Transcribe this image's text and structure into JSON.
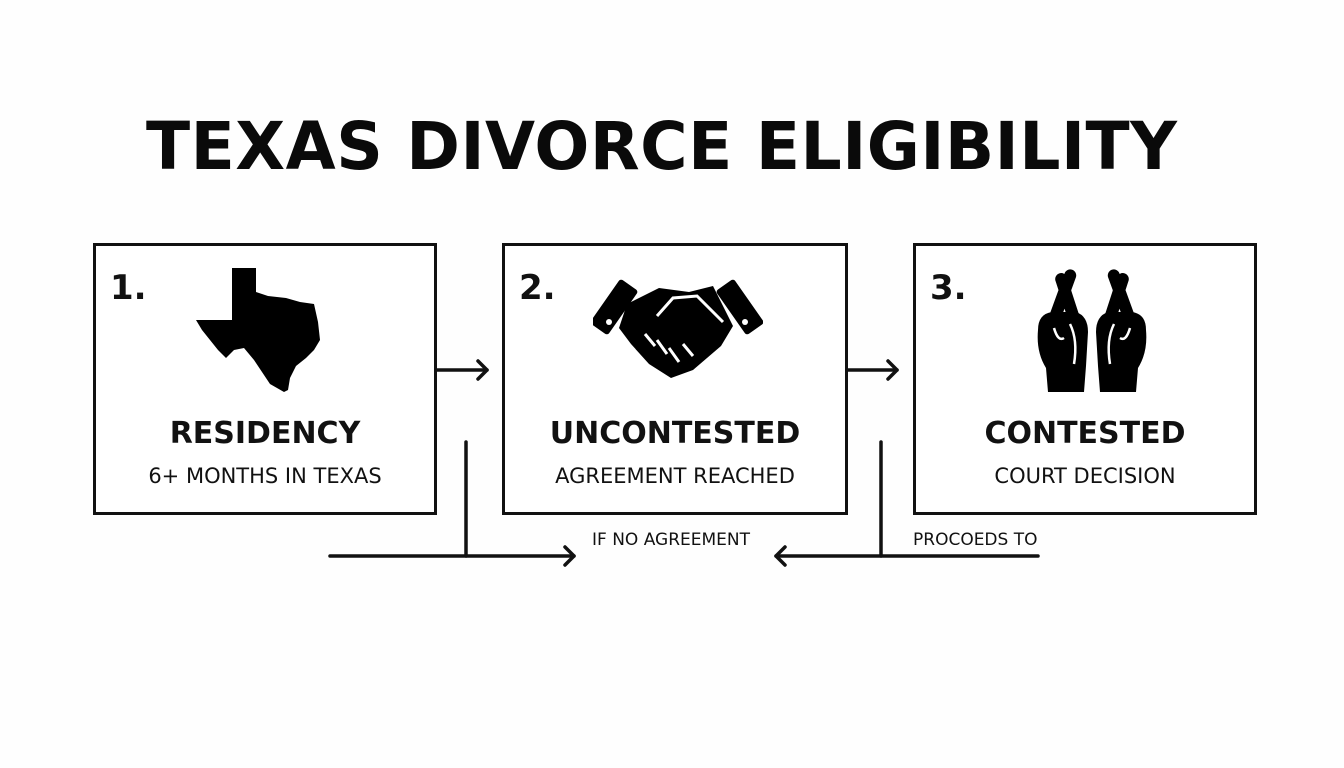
{
  "title": "TEXAS DIVORCE ELIGIBILITY",
  "steps": [
    {
      "number": "1.",
      "heading": "RESIDENCY",
      "subtext": "6+ MONTHS IN TEXAS",
      "icon": "texas-map-icon"
    },
    {
      "number": "2.",
      "heading": "UNCONTESTED",
      "subtext": "AGREEMENT REACHED",
      "icon": "handshake-icon"
    },
    {
      "number": "3.",
      "heading": "CONTESTED",
      "subtext": "COURT DECISION",
      "icon": "crossed-fingers-icon"
    }
  ],
  "connectors": {
    "if_no_agreement": "IF NO AGREEMENT",
    "proceeds_to": "PROCOEDS TO"
  },
  "colors": {
    "stroke": "#111111",
    "background": "#fefefe"
  }
}
